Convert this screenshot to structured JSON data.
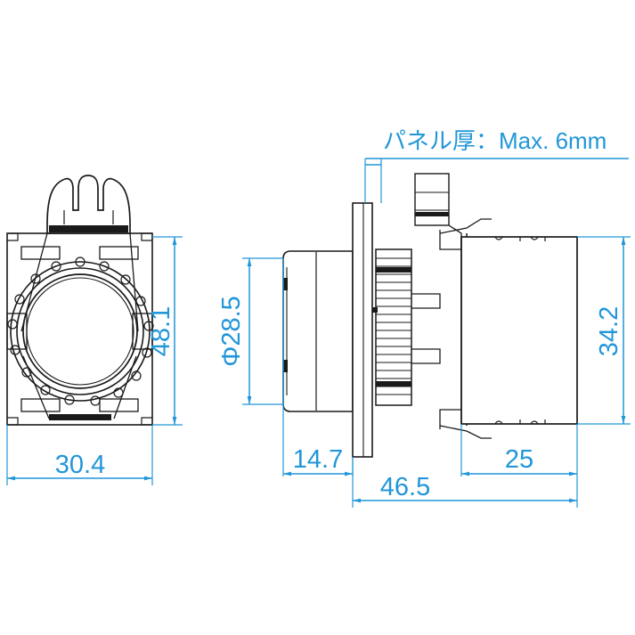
{
  "drawing": {
    "type": "engineering-dimension-drawing",
    "subject": "panel-mount push button switch",
    "background_color": "#ffffff",
    "line_color": "#000000",
    "dimension_color": "#2196d8",
    "views": [
      {
        "name": "front-view",
        "label": ""
      },
      {
        "name": "side-view",
        "label": ""
      }
    ],
    "notes": {
      "panel_thickness": "パネル厚：Max. 6mm"
    },
    "dimensions": {
      "front_height": "48.1",
      "front_width": "30.4",
      "bezel_diameter": "Φ28.5",
      "body_height": "34.2",
      "front_projection": "14.7",
      "total_depth": "46.5",
      "block_depth": "25"
    }
  }
}
